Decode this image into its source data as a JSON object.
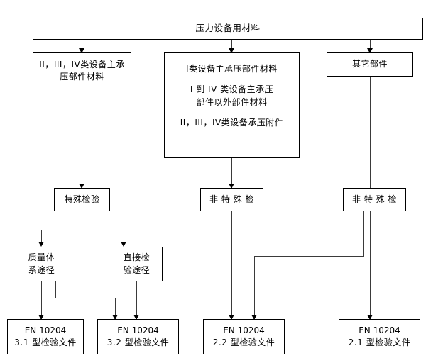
{
  "diagram": {
    "title_node": {
      "label": "压力设备用材料"
    },
    "row2": [
      {
        "id": "cat-234",
        "lines": [
          "II，III，IV类设备主承",
          "压部件材料"
        ]
      },
      {
        "id": "cat-1",
        "lines": [
          "I类设备主承压部件材料",
          "",
          "I 到 IV 类设备主承压",
          "部件以外部件材料",
          "",
          "II，III，IV类设备承压附件"
        ]
      },
      {
        "id": "other-parts",
        "lines": [
          "其它部件"
        ]
      }
    ],
    "row3": [
      {
        "id": "special-inspection",
        "lines": [
          "特殊检验"
        ]
      },
      {
        "id": "non-special-inspection-mid",
        "lines": [
          "非 特 殊 检"
        ]
      },
      {
        "id": "non-special-inspection-right",
        "lines": [
          "非 特 殊 检"
        ]
      }
    ],
    "row4": [
      {
        "id": "quality-system-route",
        "lines": [
          "质量体",
          "系途径"
        ]
      },
      {
        "id": "direct-inspection-route",
        "lines": [
          "直接检",
          "验途径"
        ]
      }
    ],
    "row5": [
      {
        "id": "en10204-3-1",
        "lines": [
          "EN 10204",
          "3.1 型检验文件"
        ]
      },
      {
        "id": "en10204-3-2",
        "lines": [
          "EN 10204",
          "3.2 型检验文件"
        ]
      },
      {
        "id": "en10204-2-2",
        "lines": [
          "EN 10204",
          "2.2 型检验文件"
        ]
      },
      {
        "id": "en10204-2-1",
        "lines": [
          "EN 10204",
          "2.1 型检验文件"
        ]
      }
    ],
    "colors": {
      "stroke": "#000000",
      "connector": "#3a3a3a",
      "background": "#ffffff"
    }
  }
}
